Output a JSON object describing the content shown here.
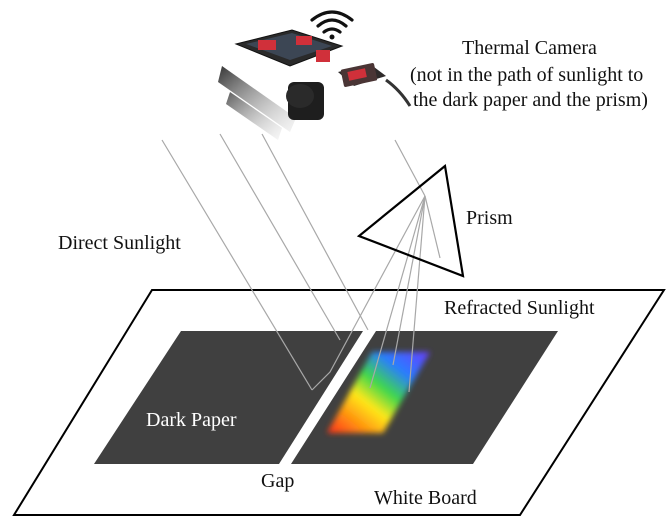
{
  "labels": {
    "camera_title": "Thermal Camera",
    "camera_note_1": "(not in the path of sunlight to",
    "camera_note_2": "the dark paper and the prism)",
    "prism": "Prism",
    "direct": "Direct Sunlight",
    "refracted": "Refracted Sunlight",
    "dark_paper": "Dark Paper",
    "gap": "Gap",
    "white_board": "White Board"
  },
  "colors": {
    "board_stroke": "#000000",
    "paper_fill": "#404040",
    "ray": "#a8a8a8",
    "phone_body": "#2a2a2a",
    "clamp": "#d0303a",
    "module": "#4a3535"
  },
  "icons": {
    "wifi": "wifi-icon",
    "camera": "thermal-camera-icon",
    "prism": "prism-triangle"
  }
}
